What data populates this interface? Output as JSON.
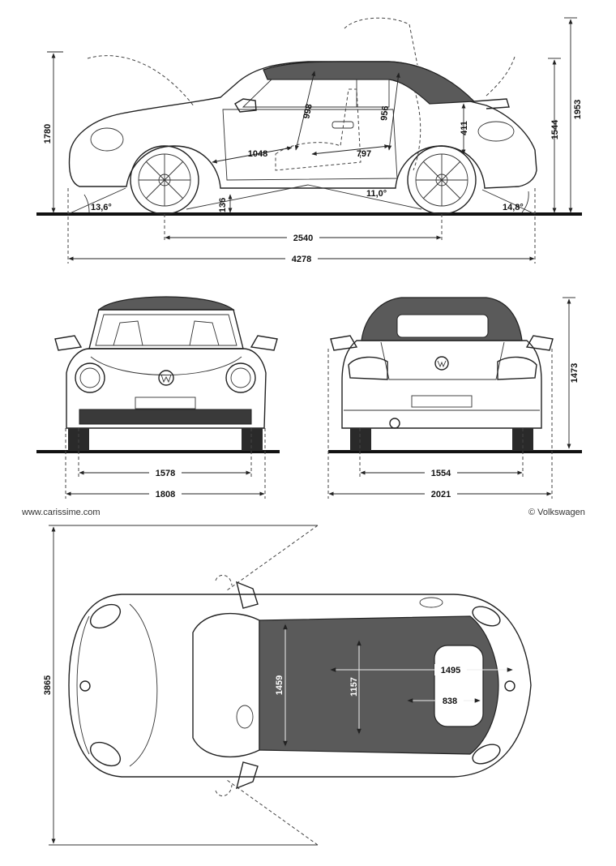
{
  "side_view": {
    "height_closed": "1780",
    "height_open": "1953",
    "rear_height": "1544",
    "front_headroom": "998",
    "rear_headroom": "956",
    "front_legroom": "1048",
    "rear_legroom": "797",
    "trunk_height": "411",
    "ground_clearance": "136",
    "approach_angle": "13,6°",
    "ramp_angle": "11,0°",
    "departure_angle": "14,8°",
    "wheelbase": "2540",
    "length": "4278"
  },
  "front_view": {
    "front_track": "1578",
    "width": "1808"
  },
  "rear_view": {
    "height": "1473",
    "rear_track": "1554",
    "width_mirrors": "2021"
  },
  "top_view": {
    "length": "3865",
    "front_interior_width": "1459",
    "rear_interior_width": "1157",
    "rear_shoulder_width": "1495",
    "trunk_width": "838"
  },
  "credits": {
    "source": "www.carissime.com",
    "copyright": "© Volkswagen"
  },
  "icons": {
    "logo": "vw-logo-icon"
  }
}
